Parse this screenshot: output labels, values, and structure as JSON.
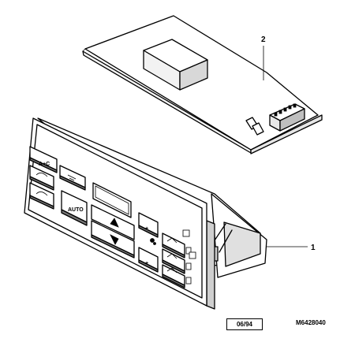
{
  "callouts": [
    {
      "id": "1",
      "label": "1"
    },
    {
      "id": "2",
      "label": "2"
    }
  ],
  "buttons": {
    "ac": "A+C",
    "auto": "AUTO",
    "plus": "+"
  },
  "footer": {
    "date_code": "06/94",
    "drawing_id": "M6428040"
  },
  "colors": {
    "line": "#000000",
    "background": "#ffffff",
    "shade_dark": "#555555",
    "shade_light": "#dddddd"
  }
}
